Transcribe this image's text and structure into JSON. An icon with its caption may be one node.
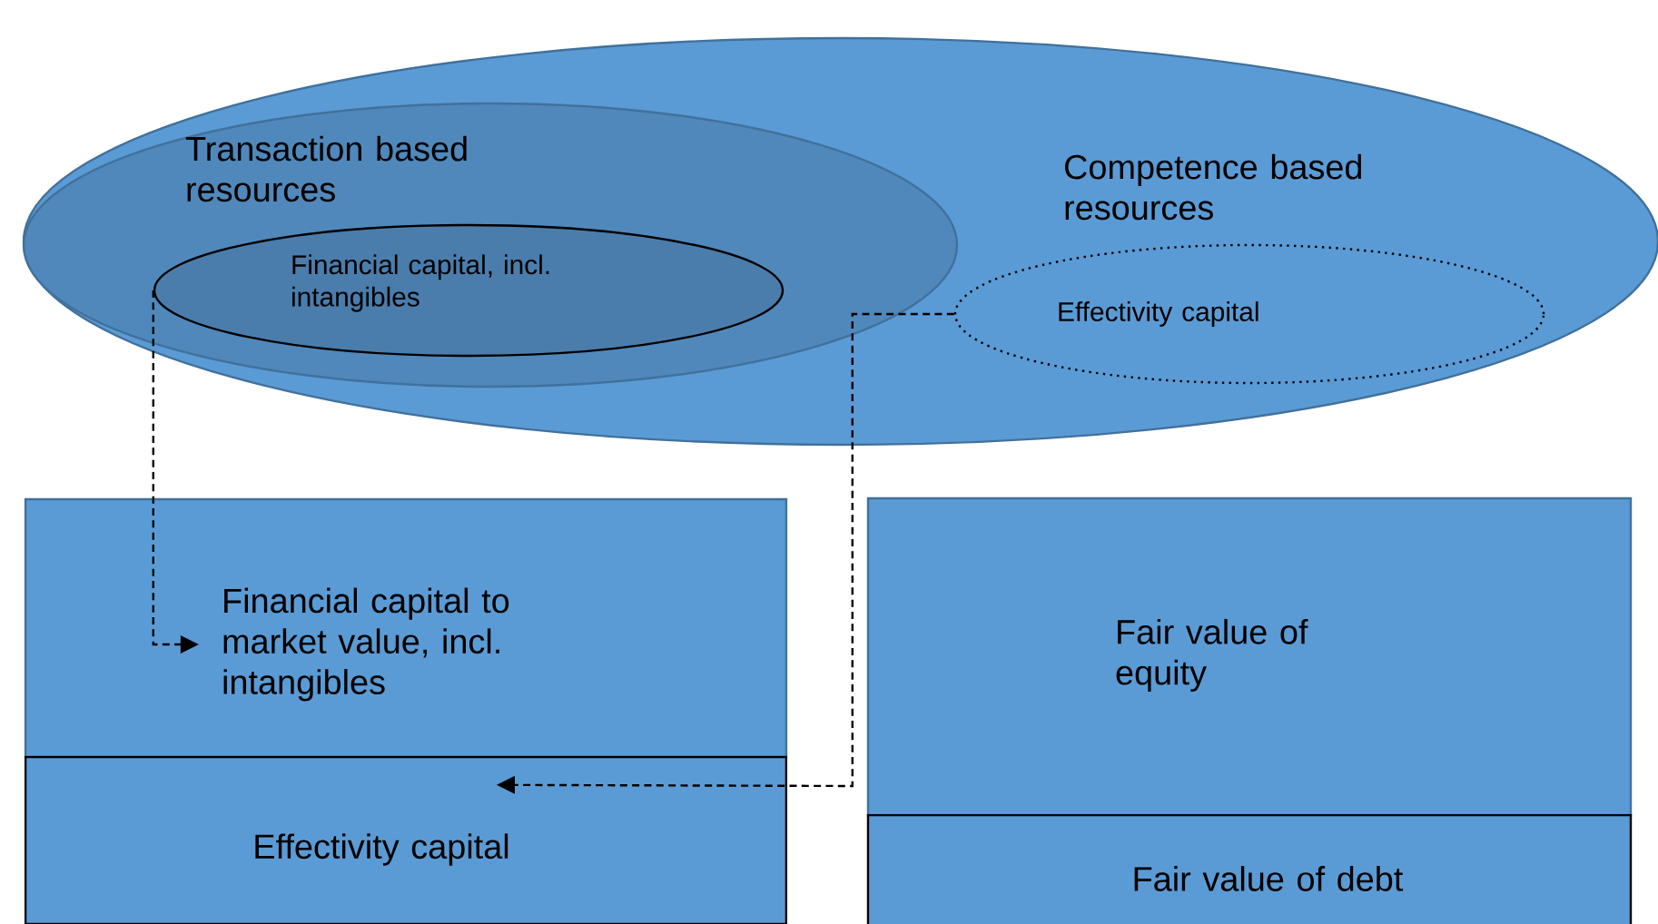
{
  "diagram": {
    "nodes": [
      {
        "text": [
          "Competence based resources"
        ]
      },
      {
        "text": [
          "Transaction based resources"
        ],
        "in": 0
      },
      {
        "text": [
          "Financial capital, incl. intangibles"
        ],
        "in": 1
      },
      {
        "text": [
          "Effectivity capital"
        ],
        "in": 0
      },
      {
        "text": [
          "Financial capital to market value, incl. intangibles"
        ]
      },
      {
        "text": [
          "Effectivity capital"
        ]
      },
      {
        "text": [
          "Fair value of equity"
        ]
      },
      {
        "text": [
          "Fair value of debt"
        ]
      }
    ],
    "edges": [
      {
        "from": 2,
        "to": 4,
        "arrow": "to",
        "style": "dashed"
      },
      {
        "from": 3,
        "to": 5,
        "arrow": "to",
        "style": "dashed"
      }
    ]
  }
}
